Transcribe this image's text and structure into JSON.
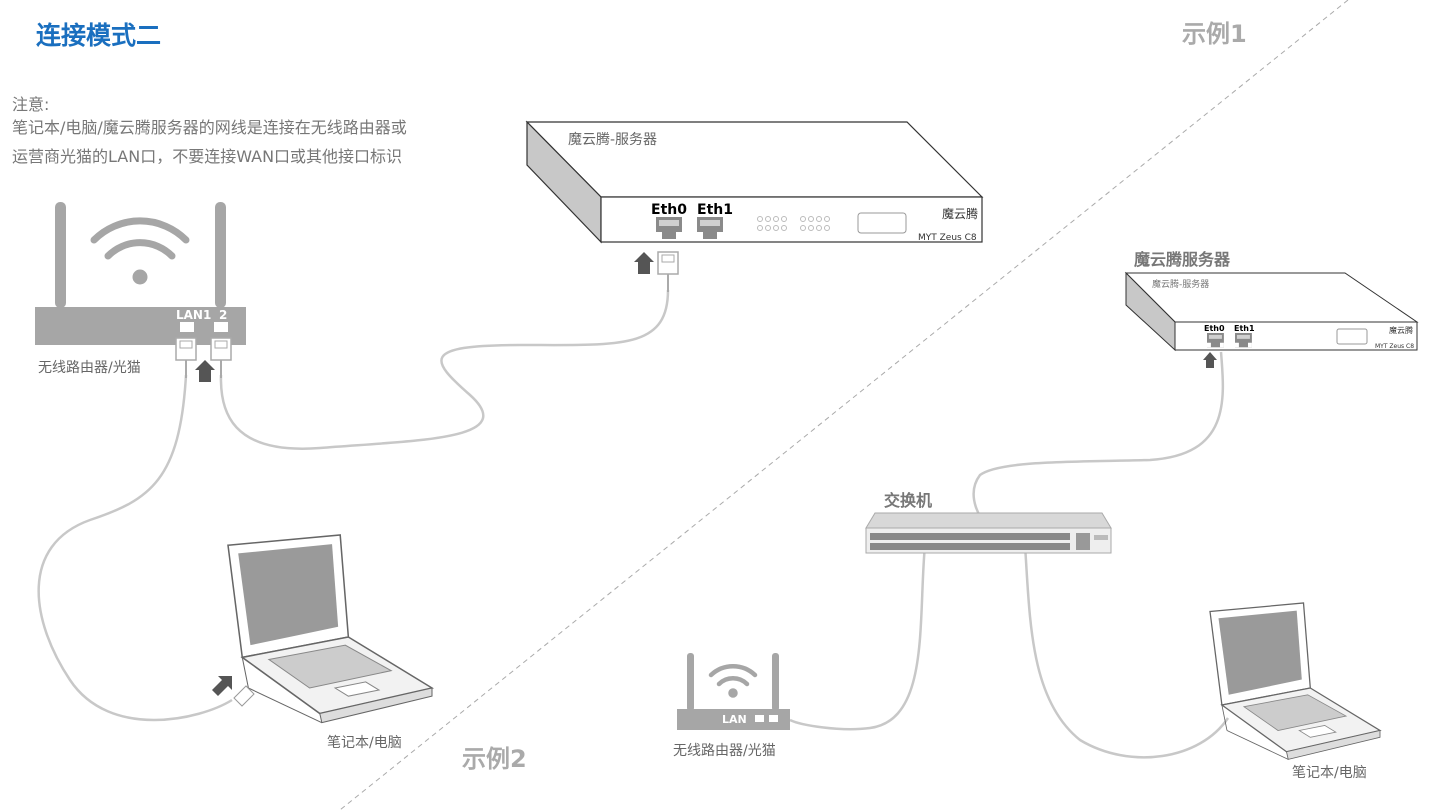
{
  "title": "连接模式二",
  "note": {
    "line1": "注意:",
    "line2": "笔记本/电脑/魔云腾服务器的网线是连接在无线路由器或",
    "line3": "运营商光猫的LAN口，不要连接WAN口或其他接口标识"
  },
  "example1": {
    "label": "示例1",
    "server": {
      "top_label": "魔云腾-服务器",
      "port0": "Eth0",
      "port1": "Eth1",
      "brand": "魔云腾",
      "model": "MYT Zeus C8"
    },
    "router": {
      "label": "无线路由器/光猫",
      "port1": "LAN1",
      "port2": "2"
    },
    "laptop": {
      "label": "笔记本/电脑"
    }
  },
  "example2": {
    "label": "示例2",
    "server": {
      "title": "魔云腾服务器",
      "top_label": "魔云腾-服务器",
      "port0": "Eth0",
      "port1": "Eth1",
      "brand": "魔云腾",
      "model": "MYT Zeus C8"
    },
    "switch": {
      "label": "交换机"
    },
    "router": {
      "label": "无线路由器/光猫",
      "port": "LAN"
    },
    "laptop": {
      "label": "笔记本/电脑"
    }
  },
  "colors": {
    "title": "#1a6fbf",
    "text": "#777777",
    "device": "#a6a6a6",
    "cable": "#c8c8c8",
    "arrow": "#555555"
  }
}
